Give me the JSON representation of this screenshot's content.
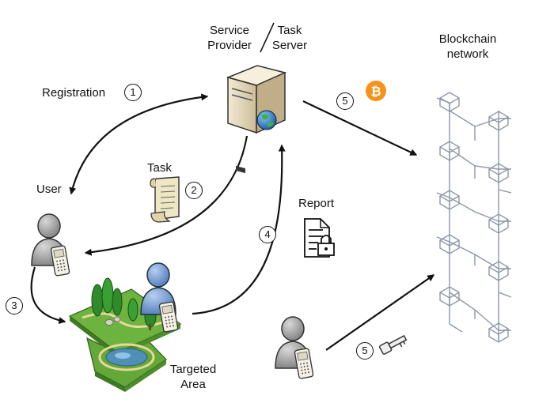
{
  "labels": {
    "service_provider": [
      "Service",
      "Provider"
    ],
    "task_server": [
      "Task",
      "Server"
    ],
    "blockchain_network": [
      "Blockchain",
      "network"
    ],
    "registration": "Registration",
    "task": "Task",
    "user": "User",
    "report": "Report",
    "targeted_area": [
      "Targeted",
      "Area"
    ]
  },
  "steps": {
    "registration": "1",
    "task": "2",
    "move_to_area": "3",
    "report": "4",
    "payment": "5",
    "key": "5"
  },
  "colors": {
    "bitcoin": "#f7931a",
    "blockchain": "#8d96a8",
    "server": "#e8dcc2",
    "user": "#9a9a9a",
    "worker": "#5d88c9",
    "grass": "#6db33f",
    "water": "#4f8fb8"
  },
  "icons": [
    "server-icon",
    "globe-icon",
    "bitcoin-icon",
    "scroll-icon",
    "report-document-icon",
    "lock-icon",
    "key-icon",
    "smartphone-icon",
    "tree-icon",
    "blockchain-icon"
  ]
}
